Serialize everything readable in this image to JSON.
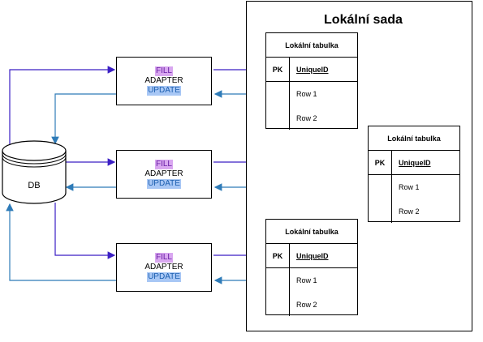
{
  "dataset": {
    "title": "Lokální sada"
  },
  "database": {
    "label": "DB"
  },
  "adapters": [
    {
      "fill": "FILL",
      "name": "ADAPTER",
      "update": "UPDATE"
    },
    {
      "fill": "FILL",
      "name": "ADAPTER",
      "update": "UPDATE"
    },
    {
      "fill": "FILL",
      "name": "ADAPTER",
      "update": "UPDATE"
    }
  ],
  "tables": [
    {
      "title": "Lokální tabulka",
      "pk": "PK",
      "key": "UniqueID",
      "rows": [
        "Row 1",
        "Row 2"
      ]
    },
    {
      "title": "Lokální tabulka",
      "pk": "PK",
      "key": "UniqueID",
      "rows": [
        "Row 1",
        "Row 2"
      ]
    },
    {
      "title": "Lokální tabulka",
      "pk": "PK",
      "key": "UniqueID",
      "rows": [
        "Row 1",
        "Row 2"
      ]
    }
  ],
  "colors": {
    "fill_arrow": "#3b1fc4",
    "update_arrow": "#2e7bb8"
  }
}
